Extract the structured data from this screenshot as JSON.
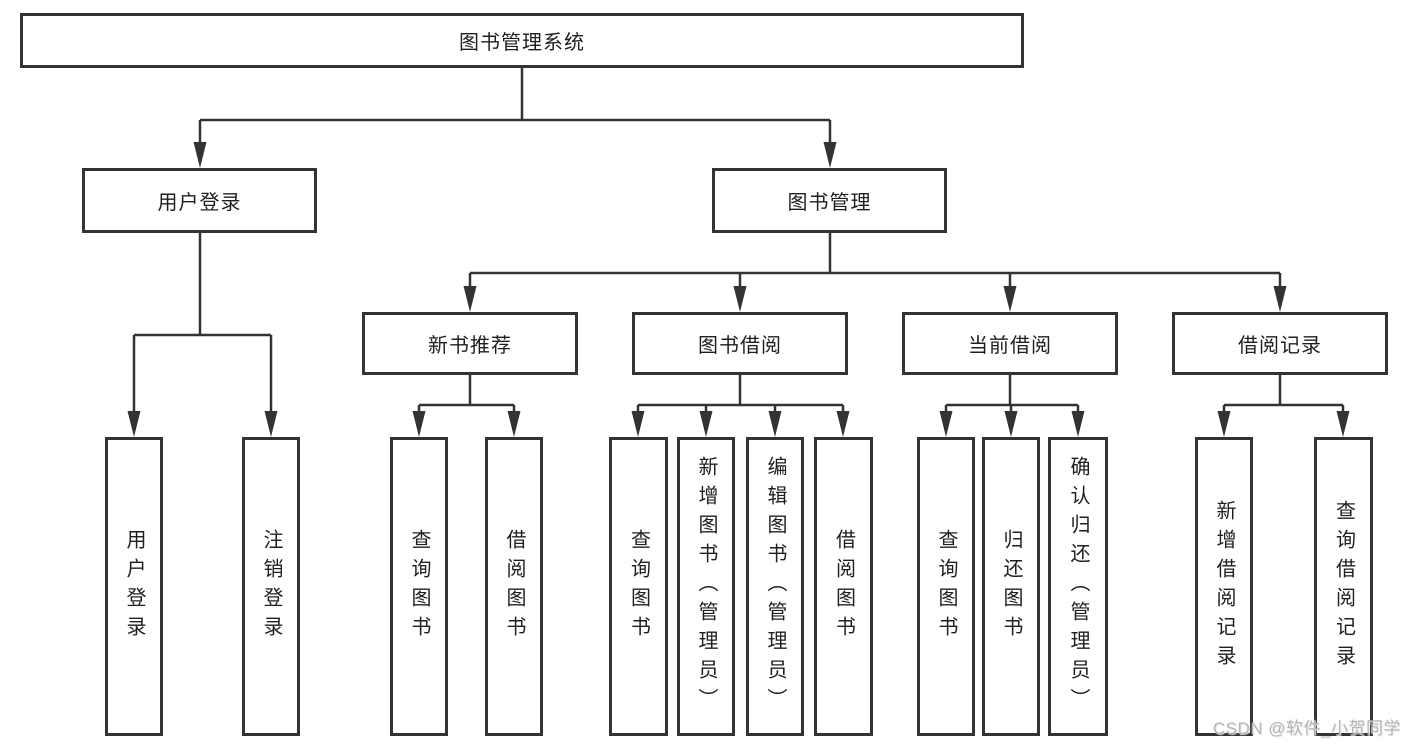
{
  "diagram": {
    "root": {
      "label": "图书管理系统"
    },
    "branches": [
      {
        "label": "用户登录",
        "children": [
          {
            "label": "用户登录"
          },
          {
            "label": "注销登录"
          }
        ]
      },
      {
        "label": "图书管理",
        "children": [
          {
            "label": "新书推荐",
            "children": [
              {
                "label": "查询图书"
              },
              {
                "label": "借阅图书"
              }
            ]
          },
          {
            "label": "图书借阅",
            "children": [
              {
                "label": "查询图书"
              },
              {
                "label": "新增图书（管理员）"
              },
              {
                "label": "编辑图书（管理员）"
              },
              {
                "label": "借阅图书"
              }
            ]
          },
          {
            "label": "当前借阅",
            "children": [
              {
                "label": "查询图书"
              },
              {
                "label": "归还图书"
              },
              {
                "label": "确认归还（管理员）"
              }
            ]
          },
          {
            "label": "借阅记录",
            "children": [
              {
                "label": "新增借阅记录"
              },
              {
                "label": "查询借阅记录"
              }
            ]
          }
        ]
      }
    ],
    "watermark": "CSDN @软件_小贺同学",
    "colors": {
      "line": "#333333",
      "box_fill": "#ffffff",
      "text": "#1f1f1f",
      "watermark_text": "#b5b5b5"
    }
  }
}
